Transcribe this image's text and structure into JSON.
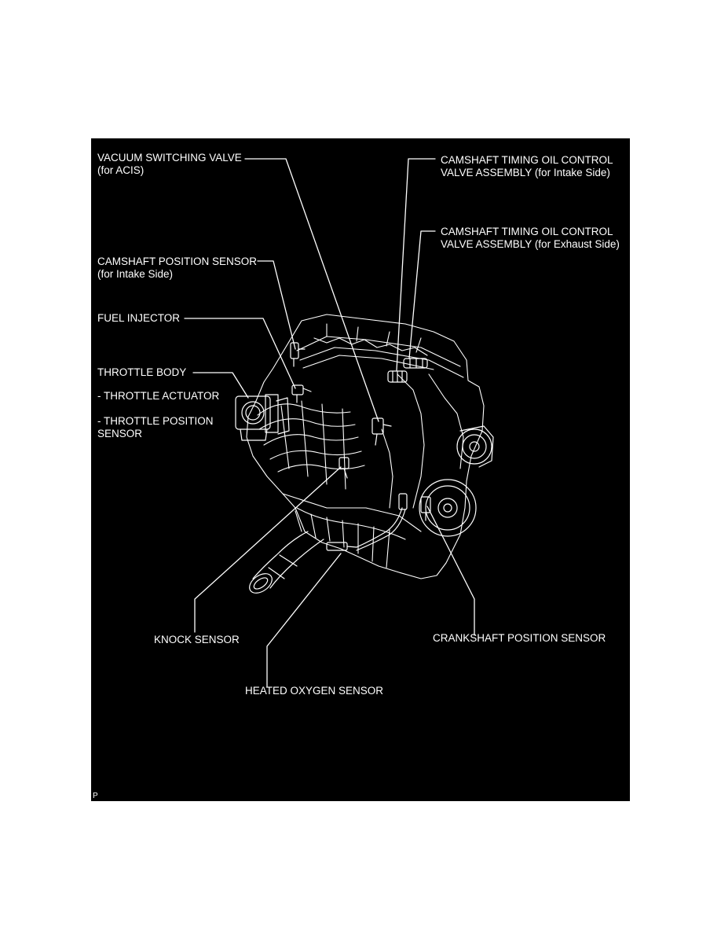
{
  "labels": {
    "vsv": {
      "line1": "VACUUM SWITCHING VALVE",
      "line2": "(for ACIS)"
    },
    "ocv_intake": {
      "line1": "CAMSHAFT TIMING OIL CONTROL",
      "line2": "VALVE ASSEMBLY (for Intake Side)"
    },
    "ocv_exhaust": {
      "line1": "CAMSHAFT TIMING OIL CONTROL",
      "line2": "VALVE ASSEMBLY (for Exhaust Side)"
    },
    "cam_sensor": {
      "line1": "CAMSHAFT POSITION SENSOR",
      "line2": "(for Intake Side)"
    },
    "fuel_injector": "FUEL INJECTOR",
    "throttle_body": "THROTTLE BODY",
    "throttle_actuator": "- THROTTLE ACTUATOR",
    "throttle_position": {
      "line1": "- THROTTLE POSITION",
      "line2": "SENSOR"
    },
    "knock_sensor": "KNOCK SENSOR",
    "crank_sensor": "CRANKSHAFT POSITION SENSOR",
    "oxygen_sensor": "HEATED OXYGEN SENSOR"
  },
  "corner_mark": "P",
  "colors": {
    "background": "#000000",
    "ink": "#ffffff",
    "page": "#ffffff"
  }
}
